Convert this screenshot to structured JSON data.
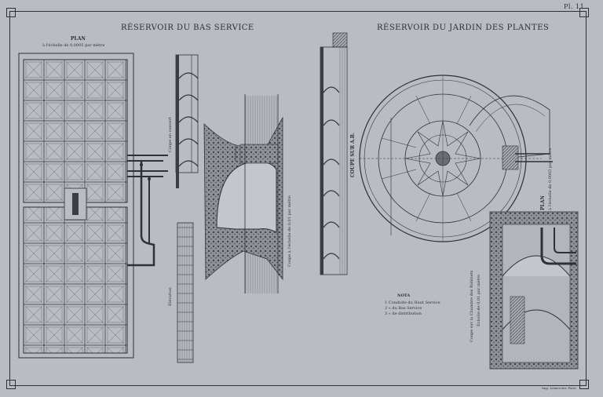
{
  "plate_number": "Pl. 11.",
  "left_section": {
    "title": "RÉSERVOIR DU BAS SERVICE",
    "plan_label": "PLAN",
    "plan_scale": "à l'échelle de 0,0005 par mètre",
    "coupe_couvert": "Coupe en couvert",
    "coupe_scale": "Coupe à l'échelle de 0,01 par mètre",
    "elevation": "Elévation"
  },
  "right_section": {
    "title": "RÉSERVOIR DU JARDIN DES PLANTES",
    "coupe_ab": "COUPE SUR A.B.",
    "plan_label": "PLAN",
    "plan_scale": "à l'échelle de 0,0005 par mètre",
    "coupe_chambre": "Coupe sur la Chambre des Robinets",
    "coupe_chambre_scale": "Echelle de 0,01 par mètre",
    "nota_title": "NOTA",
    "nota_lines": [
      "1  Conduite du Haut Service",
      "2  «  du Bas Service",
      "3  «  de distribution"
    ]
  },
  "imprint": "Imp. Lemercier, Paris"
}
